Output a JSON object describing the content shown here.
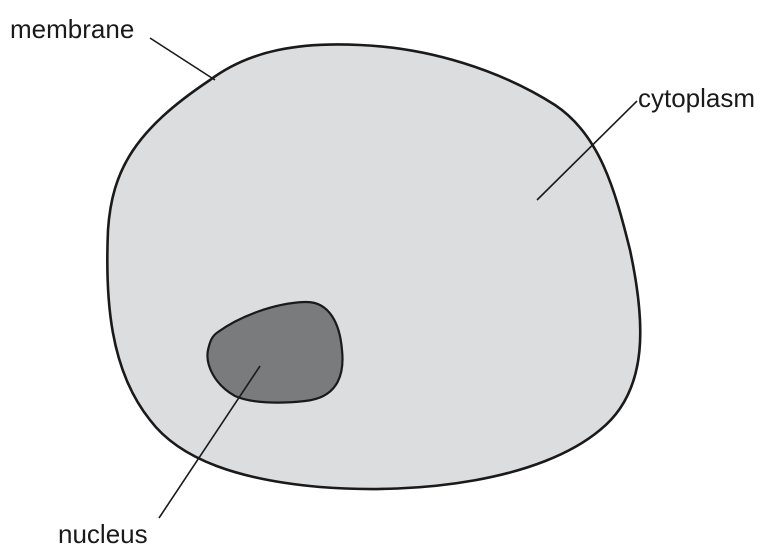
{
  "labels": {
    "membrane": "membrane",
    "cytoplasm": "cytoplasm",
    "nucleus": "nucleus"
  },
  "colors": {
    "cytoplasm_fill": "#dcdddf",
    "nucleus_fill": "#7a7b7d",
    "outline": "#1a1a1a",
    "background": "#ffffff"
  }
}
